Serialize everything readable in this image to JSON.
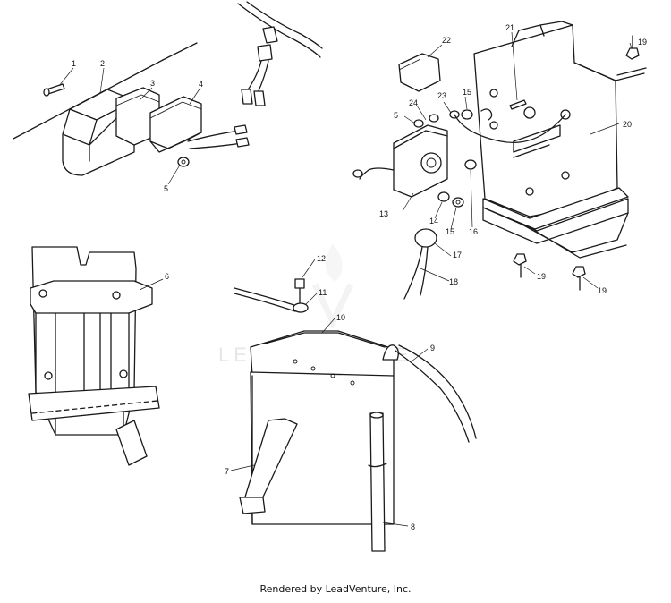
{
  "watermark": "LEADVENTURE",
  "footer": "Rendered by LeadVenture, Inc.",
  "callouts": [
    "1",
    "2",
    "3",
    "4",
    "5",
    "6",
    "7",
    "8",
    "9",
    "10",
    "11",
    "12",
    "13",
    "14",
    "15",
    "16",
    "17",
    "18",
    "19",
    "20",
    "21",
    "22",
    "23",
    "24"
  ]
}
